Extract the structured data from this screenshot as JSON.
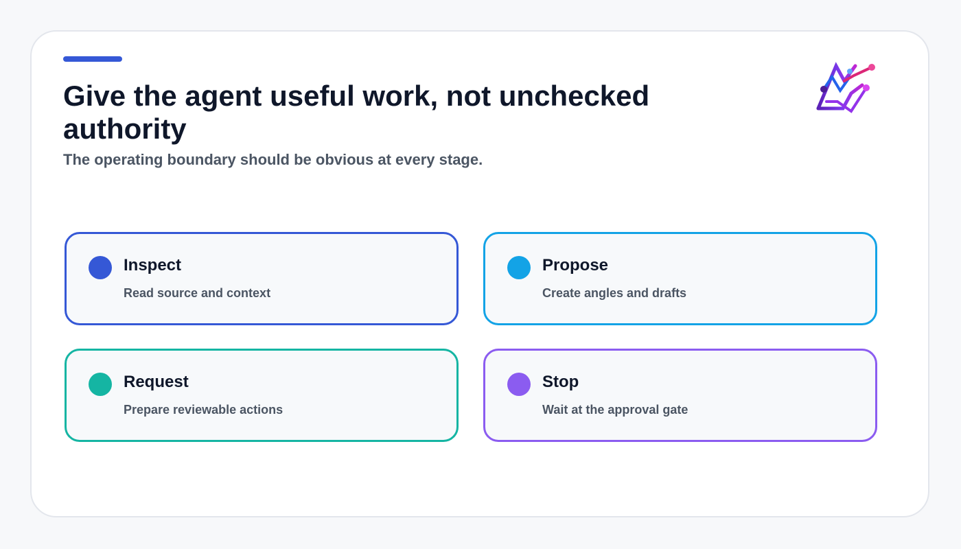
{
  "header": {
    "title": "Give the agent useful work, not unchecked authority",
    "subtitle": "The operating boundary should be obvious at every stage.",
    "accent_color": "#3558d6"
  },
  "logo": {
    "icon": "zigzag-network-logo-icon"
  },
  "stages": [
    {
      "title": "Inspect",
      "description": "Read source and context",
      "color": "#3558d6"
    },
    {
      "title": "Propose",
      "description": "Create angles and drafts",
      "color": "#13a3e6"
    },
    {
      "title": "Request",
      "description": "Prepare reviewable actions",
      "color": "#15b5a3"
    },
    {
      "title": "Stop",
      "description": "Wait at the approval gate",
      "color": "#8b5cf0"
    }
  ]
}
